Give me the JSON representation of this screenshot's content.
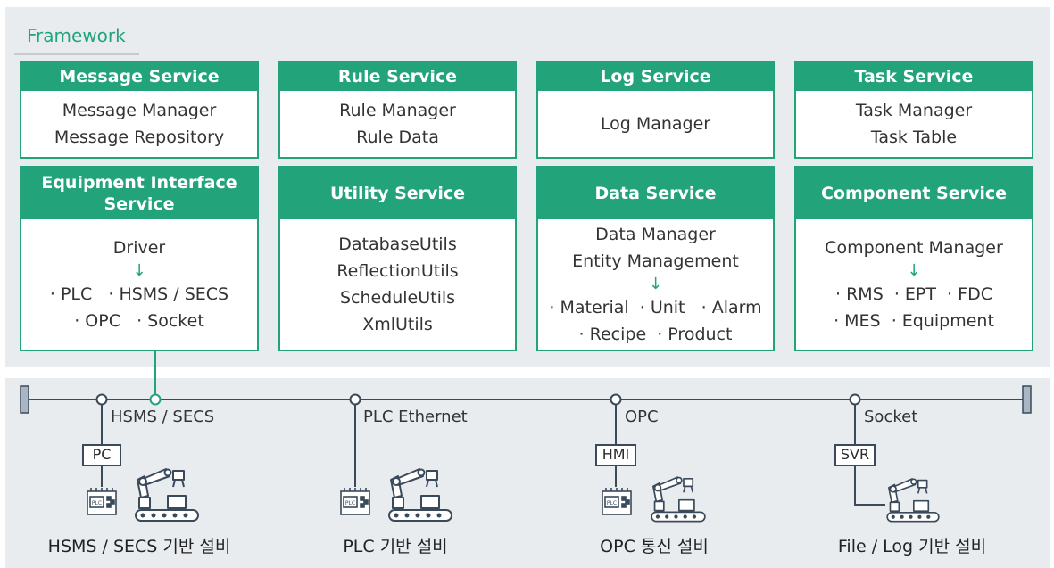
{
  "framework": {
    "title": "Framework",
    "services": [
      {
        "title": "Message Service",
        "lines": [
          "Message Manager",
          "Message Repository"
        ]
      },
      {
        "title": "Rule Service",
        "lines": [
          "Rule Manager",
          "Rule Data"
        ]
      },
      {
        "title": "Log Service",
        "lines": [
          "Log Manager"
        ]
      },
      {
        "title": "Task Service",
        "lines": [
          "Task Manager",
          "Task Table"
        ]
      },
      {
        "title": "Equipment Interface Service",
        "lines": [
          "Driver",
          "↓",
          "· PLC   · HSMS / SECS",
          "· OPC   · Socket"
        ]
      },
      {
        "title": "Utility Service",
        "lines": [
          "DatabaseUtils",
          "ReflectionUtils",
          "ScheduleUtils",
          "XmlUtils"
        ]
      },
      {
        "title": "Data Service",
        "lines": [
          "Data Manager",
          "Entity Management",
          "↓",
          "· Material  · Unit   · Alarm",
          "· Recipe  · Product"
        ]
      },
      {
        "title": "Component Service",
        "lines": [
          "Component Manager",
          "↓",
          "· RMS  · EPT  · FDC",
          "· MES  · Equipment"
        ]
      }
    ]
  },
  "equipment": {
    "connections": [
      {
        "protocol": "HSMS / SECS",
        "device": "PC",
        "name": "HSMS / SECS 기반 설비",
        "chip": "PLC"
      },
      {
        "protocol": "PLC Ethernet",
        "device": "",
        "name": "PLC 기반 설비",
        "chip": "PLC"
      },
      {
        "protocol": "OPC",
        "device": "HMI",
        "name": "OPC 통신 설비",
        "chip": "PLC"
      },
      {
        "protocol": "Socket",
        "device": "SVR",
        "name": "File / Log 기반 설비",
        "chip": ""
      }
    ]
  },
  "colors": {
    "accent": "#22a37a",
    "line": "#3a4a5a",
    "panel": "#e9ecef"
  },
  "icons": [
    "plc-module-icon",
    "robot-arm-icon",
    "conveyor-icon"
  ]
}
